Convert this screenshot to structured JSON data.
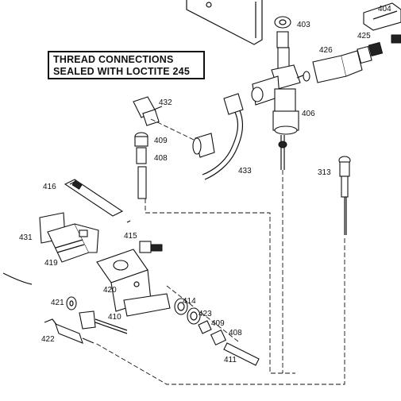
{
  "note": {
    "line1": "THREAD CONNECTIONS",
    "line2": "SEALED WITH LOCTITE 245"
  },
  "callouts": {
    "c403": "403",
    "c404": "404",
    "c425": "425",
    "c426": "426",
    "c406": "406",
    "c432": "432",
    "c409a": "409",
    "c408a": "408",
    "c433": "433",
    "c313": "313",
    "c416": "416",
    "c431": "431",
    "c419": "419",
    "c415": "415",
    "c420": "420",
    "c421": "421",
    "c410": "410",
    "c414": "414",
    "c423": "423",
    "c409b": "409",
    "c408b": "408",
    "c422": "422",
    "c411": "411"
  }
}
